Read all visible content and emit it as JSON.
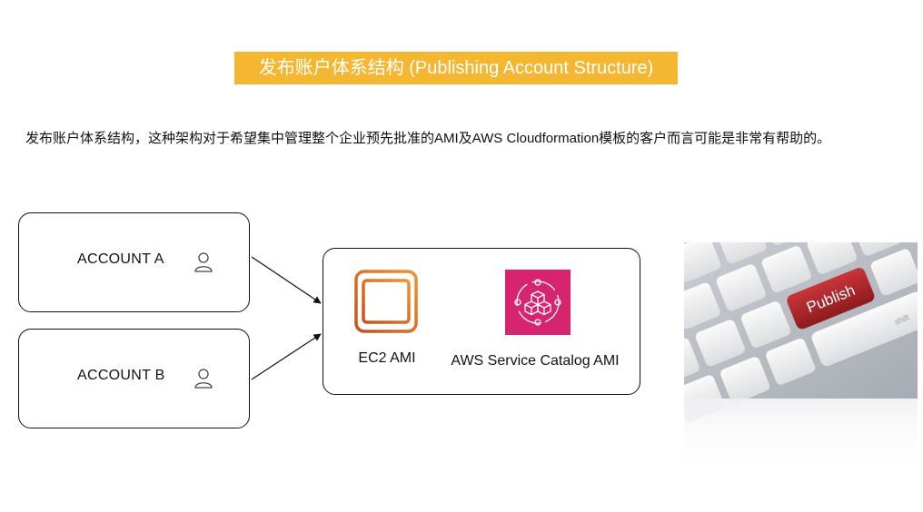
{
  "header": {
    "title": "发布账户体系结构 (Publishing Account Structure)"
  },
  "description": "发布账户体系结构，这种架构对于希望集中管理整个企业预先批准的AMI及AWS Cloudformation模板的客户而言可能是非常有帮助的。",
  "accounts": [
    {
      "label": "ACCOUNT A",
      "icon": "user-icon"
    },
    {
      "label": "ACCOUNT B",
      "icon": "user-icon"
    }
  ],
  "ami_group": {
    "ec2": {
      "label": "EC2 AMI",
      "icon": "ec2-ami-icon",
      "color": "#e07b1f"
    },
    "service_catalog": {
      "label": "AWS Service Catalog AMI",
      "icon": "service-catalog-icon",
      "color": "#d6246e"
    }
  },
  "photo": {
    "key_label": "Publish",
    "shift_label": "shift",
    "key_color": "#b5272a"
  },
  "colors": {
    "title_bg": "#f5b731"
  }
}
